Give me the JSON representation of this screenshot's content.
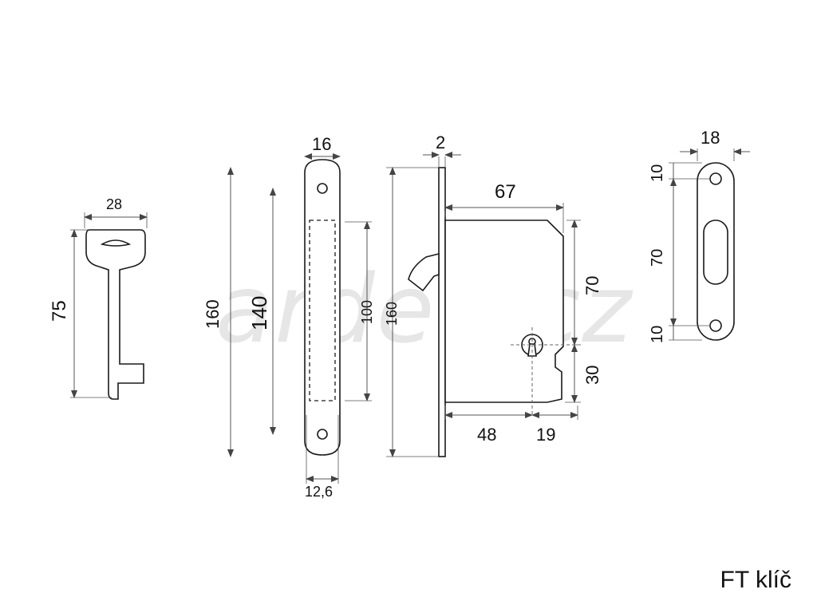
{
  "watermark": "arden.cz",
  "caption": "FT klíč",
  "key": {
    "width": "28",
    "height": "75"
  },
  "faceplate": {
    "width_top": "16",
    "height_total": "160",
    "screw_spacing": "140",
    "cutout_height": "100",
    "width_bottom": "12,6"
  },
  "lock_body": {
    "plate_thickness": "2",
    "plate_height": "160",
    "body_width": "67",
    "latch_to_key": "70",
    "key_to_bottom": "30",
    "backset": "48",
    "key_to_edge": "19"
  },
  "strike_plate": {
    "width": "18",
    "top_offset": "10",
    "slot_height": "70",
    "bottom_offset": "10"
  },
  "colors": {
    "line": "#1a1a1a",
    "dim_line": "#555555",
    "fill": "#ffffff"
  }
}
